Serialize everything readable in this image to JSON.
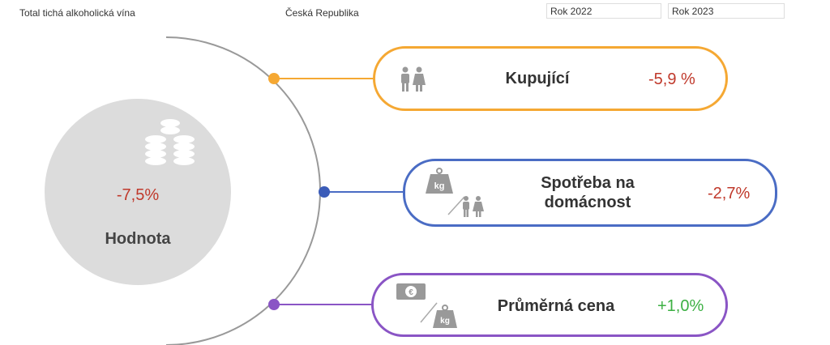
{
  "header": {
    "category": "Total tichá alkoholická vína",
    "country": "Česká Republika",
    "year_from": "Rok 2022",
    "year_to": "Rok 2023"
  },
  "main": {
    "label": "Hodnota",
    "value": "-7,5%"
  },
  "drivers": [
    {
      "label": "Kupující",
      "value": "-5,9 %",
      "color": "#f5a833"
    },
    {
      "label": "Spotřeba na domácnost",
      "label_line1": "Spotřeba na",
      "label_line2": "domácnost",
      "value": "-2,7%",
      "color": "#4a6cc4"
    },
    {
      "label": "Průměrná cena",
      "value": "+1,0%",
      "color": "#8a55c5"
    }
  ],
  "colors": {
    "negative": "#c0392b",
    "positive": "#3cb043"
  }
}
